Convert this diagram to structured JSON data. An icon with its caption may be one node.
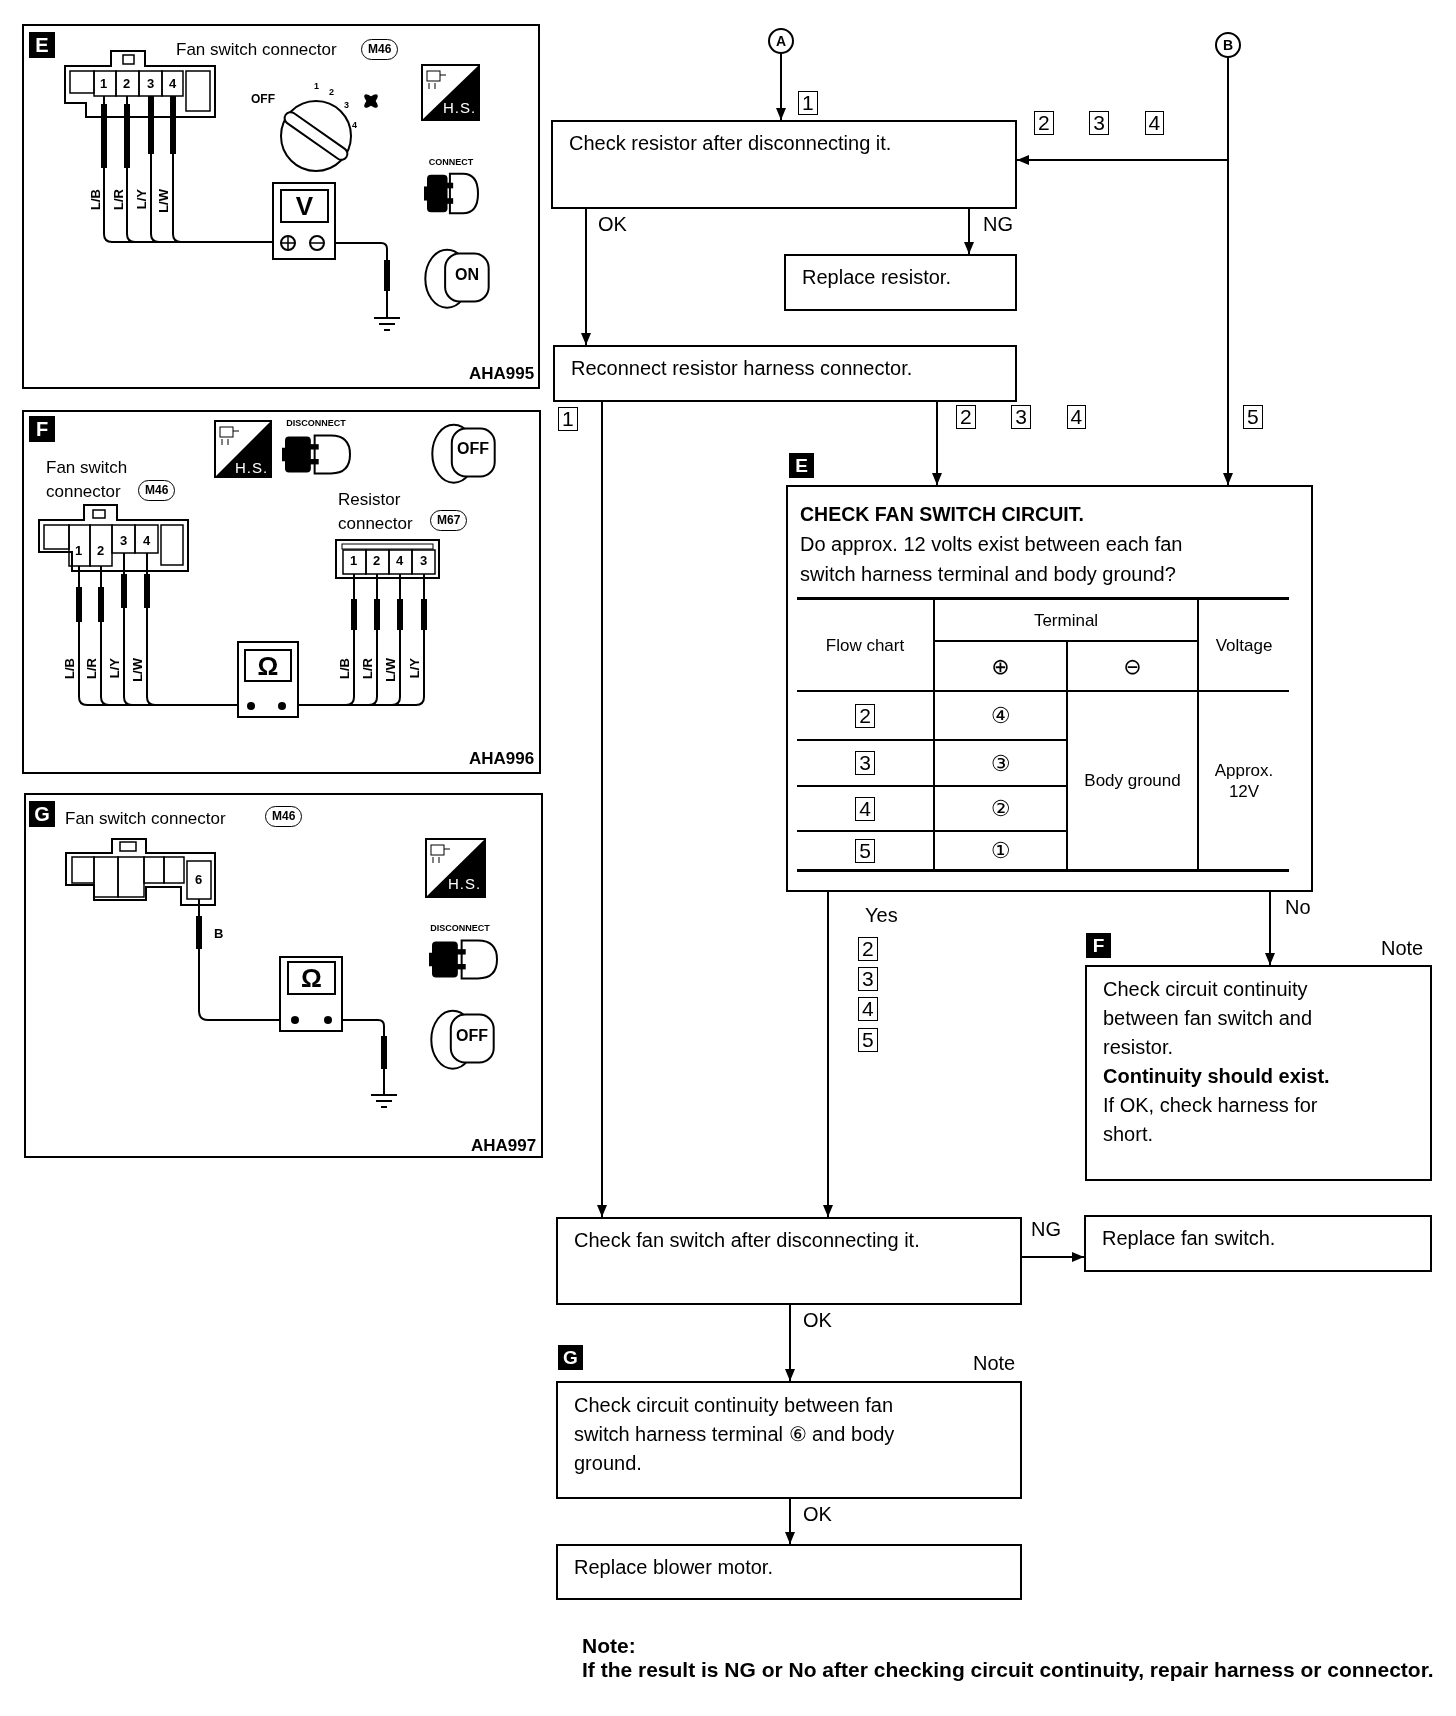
{
  "diagram": {
    "nodes": [
      {
        "text": [
          "E",
          "Fan switch connector",
          "M46",
          "1",
          "2",
          "3",
          "4",
          "OFF",
          "1",
          "2",
          "3",
          "4",
          "H.S.",
          "L/B",
          "L/R",
          "L/Y",
          "L/W",
          "V",
          "CONNECT",
          "ON",
          "AHA995"
        ]
      },
      {
        "text": [
          "F",
          "H.S.",
          "DISCONNECT",
          "OFF",
          "Fan switch connector",
          "M46",
          "Resistor connector",
          "M67",
          "1",
          "2",
          "3",
          "4",
          "1",
          "2",
          "4",
          "3",
          "L/B",
          "L/R",
          "L/Y",
          "L/W",
          "Ω",
          "L/B",
          "L/R",
          "L/W",
          "L/Y",
          "AHA996"
        ]
      },
      {
        "text": [
          "G",
          "Fan switch connector",
          "M46",
          "H.S.",
          "6",
          "B",
          "DISCONNECT",
          "Ω",
          "OFF",
          "AHA997"
        ]
      },
      {
        "text": [
          "A"
        ]
      },
      {
        "text": [
          "B"
        ]
      },
      {
        "text": [
          "Check resistor after disconnecting it."
        ]
      },
      {
        "text": [
          "Replace resistor."
        ]
      },
      {
        "text": [
          "Reconnect resistor harness connector."
        ]
      },
      {
        "text": [
          "CHECK FAN SWITCH CIRCUIT.",
          "Do approx. 12 volts exist between each fan switch harness terminal and body ground?"
        ],
        "beside": [
          "E"
        ]
      },
      {
        "text": [
          "Check circuit continuity between fan switch and resistor.",
          "Continuity should exist.",
          "If OK, check harness for short."
        ],
        "beside": [
          "F",
          "Note"
        ]
      },
      {
        "text": [
          "Check fan switch after disconnecting it."
        ]
      },
      {
        "text": [
          "Replace fan switch."
        ]
      },
      {
        "text": [
          "Check circuit continuity between fan switch harness terminal ⑥ and body ground."
        ],
        "beside": [
          "G",
          "Note"
        ]
      },
      {
        "text": [
          "Replace blower motor."
        ]
      }
    ],
    "edges": [
      {
        "from": 3,
        "to": 5,
        "arrow": "to",
        "label": "1"
      },
      {
        "from": 4,
        "to": 5,
        "arrow": "to",
        "label": "2 3 4"
      },
      {
        "from": 5,
        "to": 6,
        "arrow": "to",
        "label": "NG"
      },
      {
        "from": 5,
        "to": 7,
        "arrow": "to",
        "label": "OK"
      },
      {
        "from": 7,
        "to": 10,
        "arrow": "to",
        "label": "1"
      },
      {
        "from": 7,
        "to": 8,
        "arrow": "to",
        "label": "2 3 4"
      },
      {
        "from": 4,
        "to": 8,
        "arrow": "to",
        "label": "5"
      },
      {
        "from": 8,
        "to": 10,
        "arrow": "to",
        "label": "Yes"
      },
      {
        "from": 8,
        "to": 9,
        "arrow": "to",
        "label": "No"
      },
      {
        "from": 10,
        "to": 11,
        "arrow": "to",
        "label": "NG"
      },
      {
        "from": 10,
        "to": 12,
        "arrow": "to",
        "label": "OK"
      },
      {
        "from": 12,
        "to": 13,
        "arrow": "to",
        "label": "OK"
      }
    ],
    "labels": [
      "Flow chart",
      "Terminal",
      "Voltage",
      "⊕",
      "⊖",
      "2",
      "④",
      "Body ground",
      "Approx. 12V",
      "3",
      "③",
      "4",
      "②",
      "5",
      "①",
      "2",
      "3",
      "4",
      "5",
      "Note:",
      "If the result is NG or No after checking circuit continuity, repair harness or connector."
    ]
  }
}
